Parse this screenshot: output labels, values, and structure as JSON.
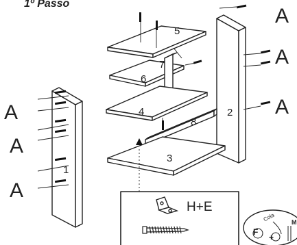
{
  "step_title": "1º Passo",
  "screw_label": "A",
  "part_numbers": [
    "1",
    "2",
    "3",
    "4",
    "5",
    "6",
    "7",
    "8"
  ],
  "hardware": {
    "label": "H+E"
  },
  "glue_badge": {
    "cola": "Cola",
    "f": "F",
    "m": "M",
    "plus": "+"
  },
  "colors": {
    "line": "#222222",
    "panel": "#ffffff",
    "screw": "#111111"
  }
}
